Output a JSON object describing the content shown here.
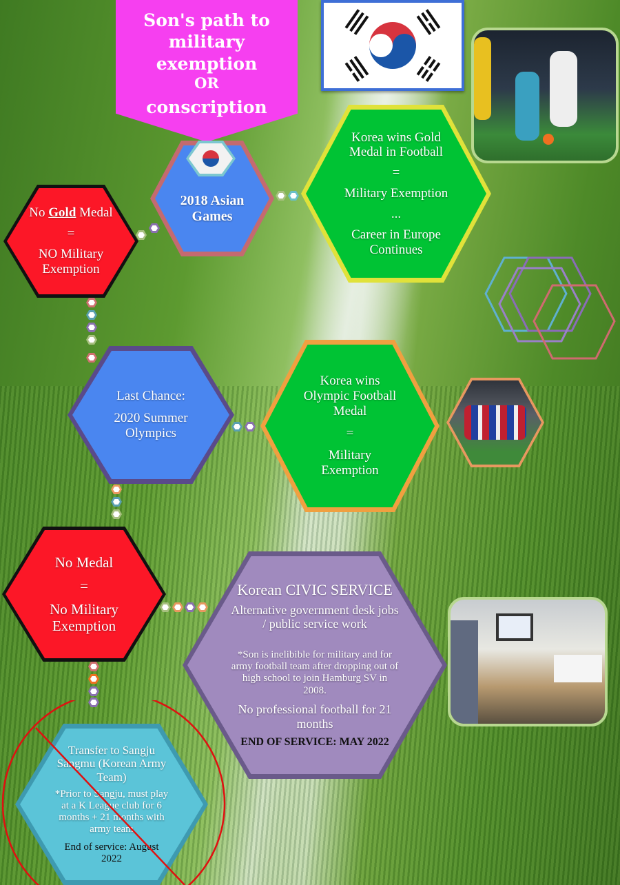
{
  "title": {
    "line1": "Son's path to",
    "line2": "military exemption",
    "or": "OR",
    "line3": "conscription"
  },
  "asian_games": {
    "label": "2018 Asian Games"
  },
  "gold_win": {
    "l1": "Korea wins Gold Medal in Football",
    "eq": "=",
    "l2": "Military Exemption",
    "dots": "...",
    "l3": "Career in Europe Continues"
  },
  "no_gold": {
    "pre": "No ",
    "gold": "Gold",
    "post": " Medal",
    "eq": "=",
    "l2": "NO Military Exemption"
  },
  "olympics": {
    "l1": "Last Chance:",
    "l2": "2020 Summer Olympics"
  },
  "olympic_win": {
    "l1": "Korea wins Olympic Football Medal",
    "eq": "=",
    "l2": "Military Exemption"
  },
  "no_medal": {
    "l1": "No Medal",
    "eq": "=",
    "l2": "No Military Exemption"
  },
  "civic": {
    "title": "Korean CIVIC SERVICE",
    "sub": "Alternative government desk jobs / public service work",
    "note": "*Son is inelibible for military and for army football team after dropping out of high school to join Hamburg SV in 2008.",
    "nofootball": "No professional football for 21 months",
    "end": "END OF SERVICE: MAY 2022"
  },
  "army": {
    "title": "Transfer to Sangju Sangmu (Korean Army Team)",
    "note": "*Prior to Sangju, must play at a K League club for 6 months + 21 months with army team",
    "end": "End of service: August 2022"
  },
  "colors": {
    "pink": "#f63ff0",
    "blue": "#4a86f0",
    "green": "#00c334",
    "red": "#fc1727",
    "purple": "#a08abe",
    "cyan": "#5bc4d8"
  }
}
